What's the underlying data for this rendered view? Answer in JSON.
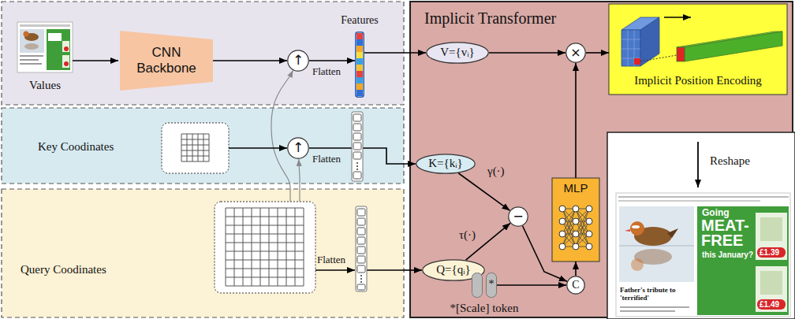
{
  "diagram": {
    "nodes": [
      {
        "text": [
          "Values"
        ]
      },
      {
        "text": [
          "CNN Backbone"
        ],
        "in": 0
      },
      {
        "text": [
          "↑"
        ],
        "in": 0
      },
      {
        "text": [
          "Features"
        ],
        "in": 0
      },
      {
        "text": [
          "Key Coodinates"
        ]
      },
      {
        "text": [
          "↑"
        ],
        "in": 4
      },
      {
        "text": [
          "Query Coodinates"
        ]
      },
      {
        "text": [
          "Implicit Transformer"
        ]
      },
      {
        "text": [
          "V={vᵢ}"
        ],
        "in": 7
      },
      {
        "text": [
          "×"
        ],
        "in": 7
      },
      {
        "text": [
          "Implicit Position Encoding"
        ],
        "in": 7
      },
      {
        "text": [
          "K={kᵢ}"
        ],
        "in": 7
      },
      {
        "text": [
          "−"
        ],
        "in": 7
      },
      {
        "text": [
          "MLP"
        ],
        "in": 7
      },
      {
        "text": [
          "Q={qᵢ}"
        ],
        "in": 7
      },
      {
        "text": [
          "*",
          "*[Scale] token"
        ],
        "in": 7
      },
      {
        "text": [
          "C"
        ],
        "in": 7
      },
      {
        "text": [
          "Reshape"
        ],
        "in": 7
      }
    ],
    "edges": [
      {
        "from": 1,
        "to": 2,
        "arrow": "to"
      },
      {
        "from": 2,
        "to": 3,
        "arrow": "to",
        "label": "Flatten"
      },
      {
        "from": 3,
        "to": 8,
        "arrow": "to"
      },
      {
        "from": 6,
        "to": 2,
        "arrow": "to"
      },
      {
        "from": 6,
        "to": 5,
        "arrow": "to"
      },
      {
        "from": 5,
        "to": 11,
        "arrow": "to",
        "label": "Flatten"
      },
      {
        "from": 6,
        "to": 14,
        "arrow": "to",
        "label": "Flatten"
      },
      {
        "from": 8,
        "to": 9,
        "arrow": "to"
      },
      {
        "from": 11,
        "to": 12,
        "arrow": "to",
        "label": "γ(·)"
      },
      {
        "from": 14,
        "to": 12,
        "arrow": "to",
        "label": "τ(·)"
      },
      {
        "from": 12,
        "to": 16,
        "arrow": "to"
      },
      {
        "from": 15,
        "to": 16,
        "arrow": "to"
      },
      {
        "from": 16,
        "to": 13,
        "arrow": "to"
      },
      {
        "from": 13,
        "to": 9,
        "arrow": "to"
      },
      {
        "from": 9,
        "to": 10,
        "arrow": "to"
      }
    ],
    "labels": [
      "Going",
      "MEAT-FREE",
      "this January?",
      "£1.39",
      "£1.49",
      "Father's tribute to 'terrified'"
    ]
  }
}
